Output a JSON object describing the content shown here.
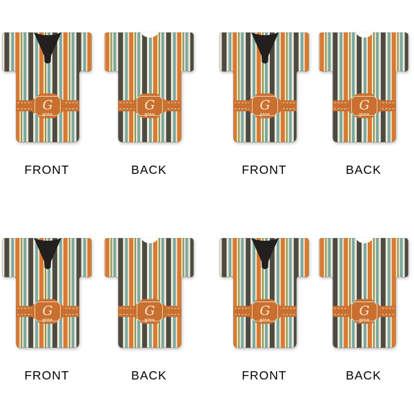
{
  "page": {
    "background_color": "#ffffff"
  },
  "grid": {
    "rows": 2,
    "columns": 4,
    "cards": [
      {
        "view_label": "FRONT",
        "type": "front"
      },
      {
        "view_label": "BACK",
        "type": "back"
      },
      {
        "view_label": "FRONT",
        "type": "front"
      },
      {
        "view_label": "BACK",
        "type": "back"
      },
      {
        "view_label": "FRONT",
        "type": "front"
      },
      {
        "view_label": "BACK",
        "type": "back"
      },
      {
        "view_label": "FRONT",
        "type": "front"
      },
      {
        "view_label": "BACK",
        "type": "back"
      }
    ]
  },
  "design": {
    "monogram_initial": "G",
    "monogram_name": "gina",
    "colors": {
      "cream": "#EFE9D6",
      "charcoal": "#4D4A44",
      "teal": "#79A8A2",
      "orange": "#D9792F",
      "olive": "#8C9045",
      "band_orange": "#C96F2F",
      "stitch_cream": "#F3E8CF",
      "label_text_cream": "#F3E8CF",
      "collar_black": "#221F1E",
      "edge_shade": "#6b6258"
    }
  }
}
